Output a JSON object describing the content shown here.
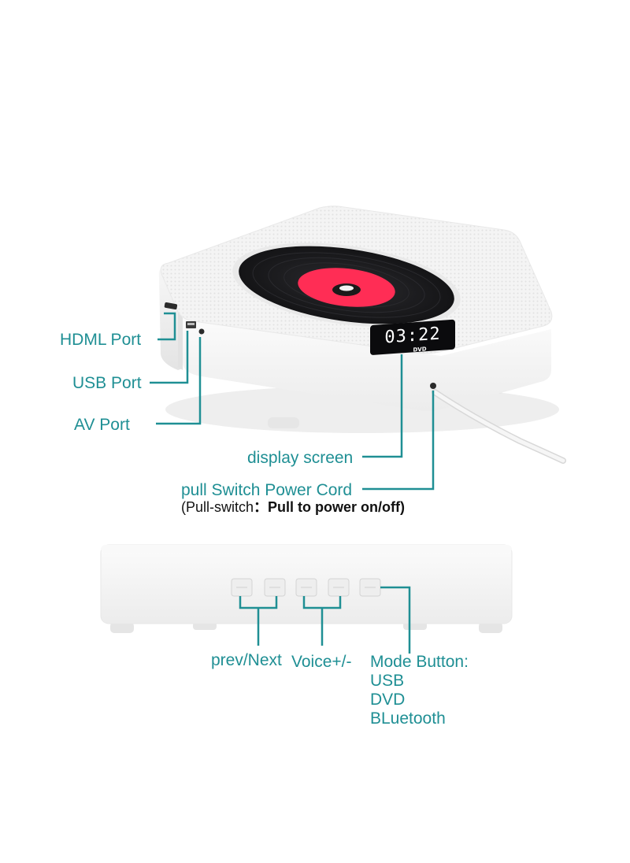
{
  "colors": {
    "label": "#1f8f94",
    "device_body": "#f2f2f2",
    "disc": "#1b1b1f",
    "disc_center": "#ff2d55",
    "display_digits": "#ffffff"
  },
  "device_top": {
    "display_time": "03:22",
    "display_mode": "DVD"
  },
  "callouts_top": {
    "hdmi_port": "HDML Port",
    "usb_port": "USB Port",
    "av_port": "AV Port",
    "display_screen": "display screen",
    "power_cord": "pull Switch Power Cord",
    "power_note_prefix": "(Pull-switch",
    "power_note_colon": "：",
    "power_note_bold": "Pull to power on/off)"
  },
  "callouts_bottom": {
    "prev_next": "prev/Next",
    "voice": "Voice+/-",
    "mode_button": "Mode Button:",
    "mode_options": [
      "USB",
      "DVD",
      "BLuetooth"
    ]
  },
  "icons": {
    "device_top_view": "cd-player-illustration",
    "device_front_view": "cd-player-front-buttons"
  }
}
